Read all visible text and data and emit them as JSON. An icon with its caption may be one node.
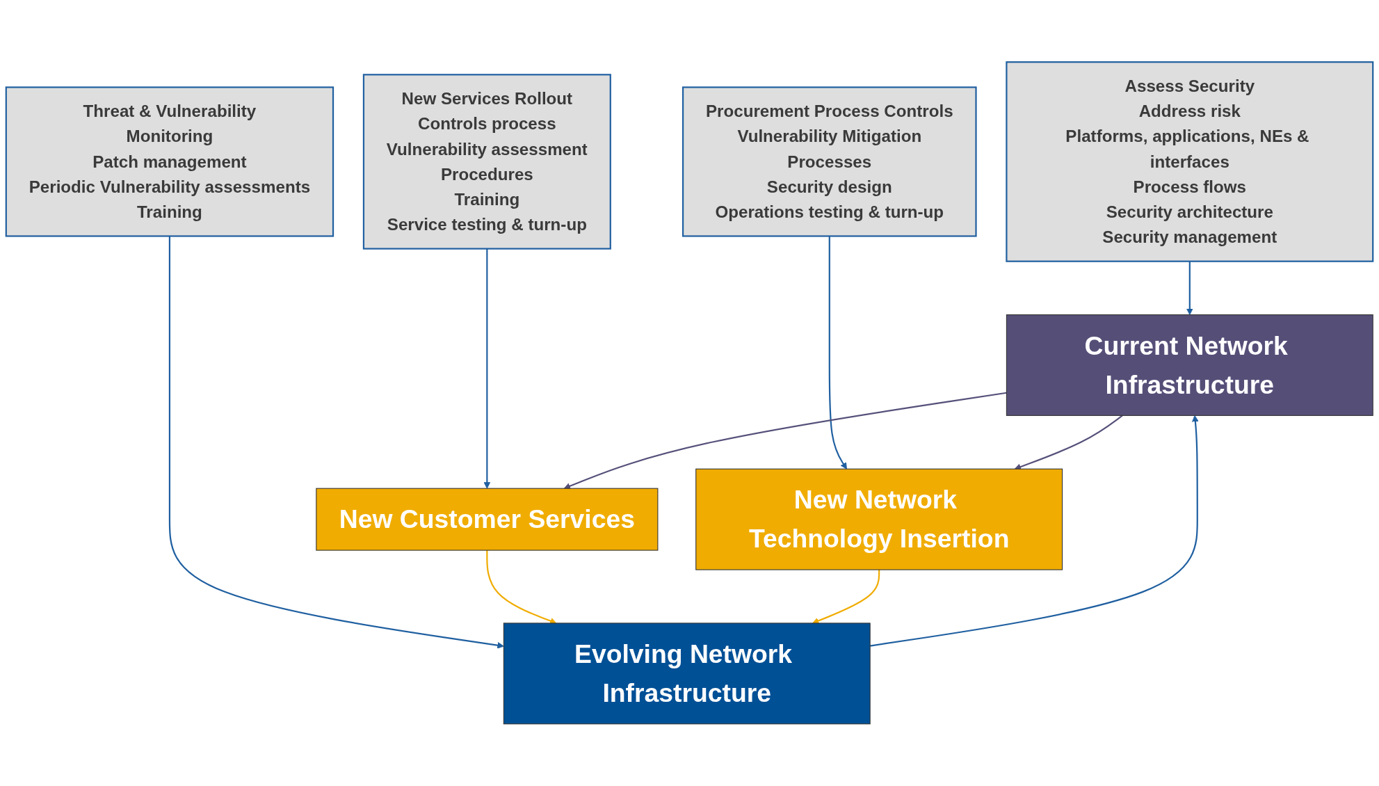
{
  "diagram": {
    "nodes": [
      {
        "text": [
          "Assess Security",
          "Address risk",
          "Platforms, applications, NEs & interfaces",
          "Process flows",
          "Security architecture",
          "Security management"
        ]
      },
      {
        "text": [
          "Procurement Process Controls",
          "Vulnerability Mitigation",
          "Processes",
          "Security design",
          "Operations testing & turn-up"
        ]
      },
      {
        "text": [
          "New Services Rollout",
          "Controls process",
          "Vulnerability assessment",
          "Procedures",
          "Training",
          "Service testing & turn-up"
        ]
      },
      {
        "text": [
          "Threat & Vulnerability",
          "Monitoring",
          "Patch management",
          "Periodic Vulnerability assessments",
          "Training"
        ]
      },
      {
        "text": [
          "Current Network Infrastructure"
        ]
      },
      {
        "text": [
          "New Customer Services"
        ]
      },
      {
        "text": [
          "New Network Technology Insertion"
        ]
      },
      {
        "text": [
          "Evolving Network Infrastructure"
        ]
      }
    ],
    "edges": [
      {
        "from": 0,
        "to": 4,
        "arrow": "to"
      },
      {
        "from": 1,
        "to": 6,
        "arrow": "to"
      },
      {
        "from": 2,
        "to": 5,
        "arrow": "to"
      },
      {
        "from": 3,
        "to": 7,
        "arrow": "to"
      },
      {
        "from": 4,
        "to": 5,
        "arrow": "to",
        "color": "#55507a"
      },
      {
        "from": 4,
        "to": 6,
        "arrow": "to",
        "color": "#55507a"
      },
      {
        "from": 5,
        "to": 7,
        "arrow": "to",
        "color": "#f0ac00"
      },
      {
        "from": 6,
        "to": 7,
        "arrow": "to",
        "color": "#f0ac00"
      },
      {
        "from": 7,
        "to": 4,
        "arrow": "to"
      }
    ]
  }
}
